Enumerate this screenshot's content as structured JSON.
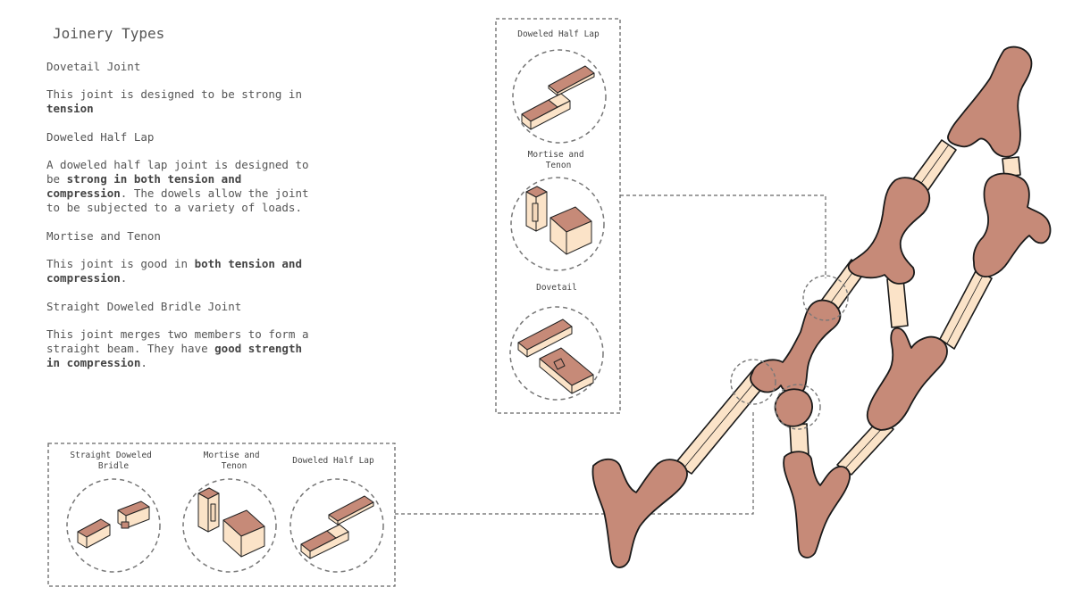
{
  "title": "Joinery Types",
  "sections": [
    {
      "heading": "Dovetail Joint",
      "text_parts": [
        {
          "t": "This joint is designed to be strong in "
        },
        {
          "t": "tension",
          "b": true
        }
      ]
    },
    {
      "heading": "Doweled Half Lap",
      "text_parts": [
        {
          "t": "A doweled half lap joint is designed to be "
        },
        {
          "t": "strong in both tension and compression",
          "b": true
        },
        {
          "t": ". The dowels allow the joint to be subjected to a variety of loads."
        }
      ]
    },
    {
      "heading": "Mortise and Tenon",
      "text_parts": [
        {
          "t": "This joint is good in "
        },
        {
          "t": "both tension and compression",
          "b": true
        },
        {
          "t": "."
        }
      ]
    },
    {
      "heading": "Straight Doweled Bridle Joint",
      "text_parts": [
        {
          "t": "This joint merges two members to form a straight beam. They have "
        },
        {
          "t": "good strength in compression",
          "b": true
        },
        {
          "t": "."
        }
      ]
    }
  ],
  "vertical_panel": {
    "labels": [
      "Doweled Half Lap",
      "Mortise and\nTenon",
      "Dovetail"
    ]
  },
  "horizontal_panel": {
    "labels": [
      "Straight Doweled\nBridle",
      "Mortise and\nTenon",
      "Doweled Half Lap"
    ]
  },
  "colors": {
    "joint_fill": "#c68a78",
    "member_fill": "#fbe3c8",
    "stroke": "#1a1a1a",
    "dash": "#666666",
    "text": "#555555"
  }
}
